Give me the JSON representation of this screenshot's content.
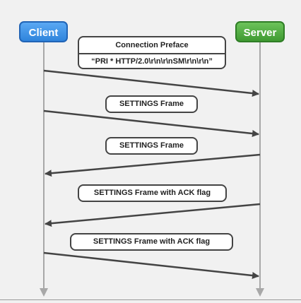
{
  "actors": {
    "client": "Client",
    "server": "Server"
  },
  "preface": {
    "title": "Connection Preface",
    "body": "“PRI * HTTP/2.0\\r\\n\\r\\nSM\\r\\n\\r\\n”"
  },
  "messages": [
    {
      "label": "SETTINGS Frame",
      "from": "client",
      "to": "server"
    },
    {
      "label": "SETTINGS Frame",
      "from": "server",
      "to": "client"
    },
    {
      "label": "SETTINGS Frame with ACK flag",
      "from": "server",
      "to": "client"
    },
    {
      "label": "SETTINGS Frame with ACK flag",
      "from": "client",
      "to": "server"
    }
  ],
  "colors": {
    "client": "#3a8fe6",
    "server": "#4aaa3c",
    "arrow": "#444444",
    "lifeline": "#a8a8a8"
  }
}
